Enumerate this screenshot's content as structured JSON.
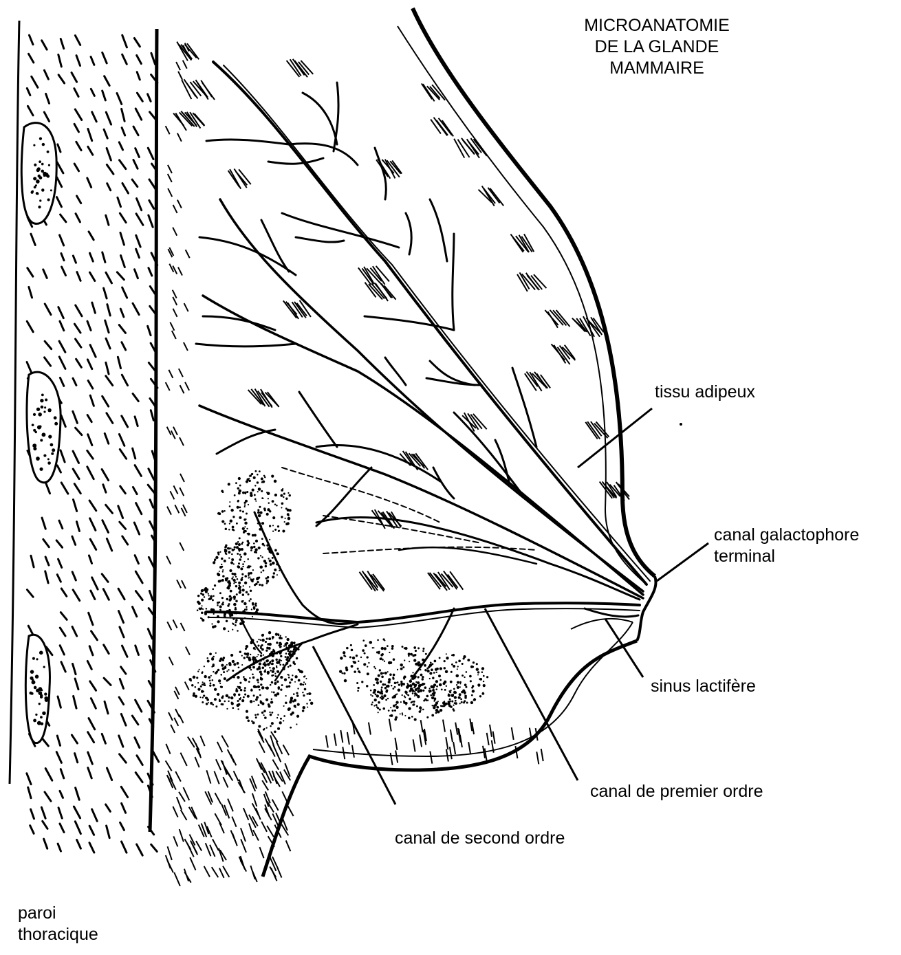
{
  "title": {
    "line1": "MICROANATOMIE",
    "line2": "DE LA GLANDE",
    "line3": "MAMMAIRE"
  },
  "labels": {
    "tissu_adipeux": "tissu adipeux",
    "canal_galactophore_line1": "canal galactophore",
    "canal_galactophore_line2": "terminal",
    "sinus_lactifere": "sinus lactifère",
    "canal_premier_ordre": "canal de premier ordre",
    "canal_second_ordre": "canal de second ordre",
    "paroi_line1": "paroi",
    "paroi_line2": "thoracique"
  },
  "colors": {
    "ink": "#000000",
    "paper": "#ffffff"
  }
}
